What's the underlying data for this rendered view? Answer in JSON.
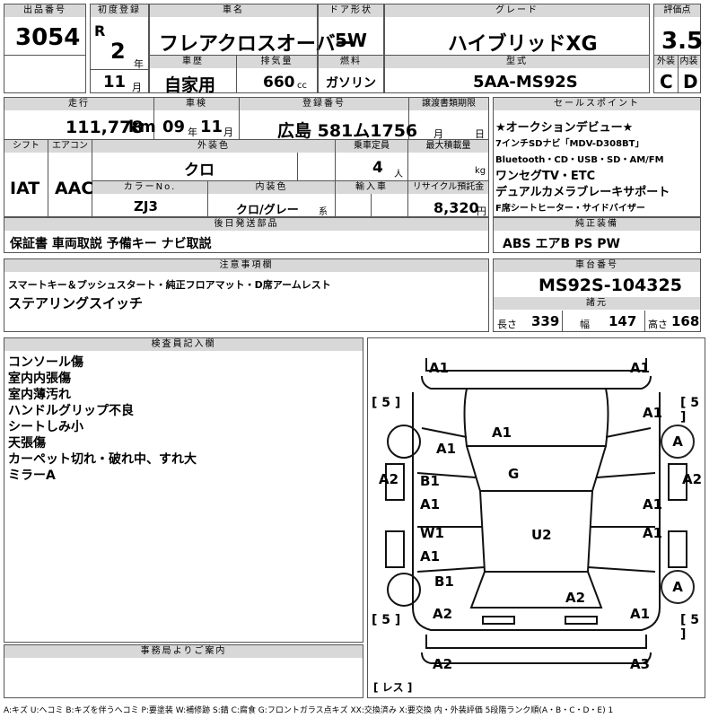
{
  "header": {
    "lot_no_label": "出品番号",
    "lot_no": "3054",
    "first_reg_label": "初度登録",
    "era": "R",
    "year": "2",
    "year_unit": "年",
    "month": "11",
    "month_unit": "月",
    "car_name_label": "車名",
    "car_name": "フレアクロスオーバー",
    "doors_label": "ドア形状",
    "doors": "5W",
    "grade_label": "グレード",
    "grade": "ハイブリッドXG",
    "score_label": "評価点",
    "score": "3.5",
    "history_label": "車歴",
    "history": "自家用",
    "displacement_label": "排気量",
    "displacement": "660",
    "displacement_unit": "cc",
    "fuel_label": "燃料",
    "fuel": "ガソリン",
    "model_label": "型式",
    "model": "5AA-MS92S",
    "exterior_label": "外装",
    "exterior": "C",
    "interior_label": "内装",
    "interior": "D"
  },
  "row2": {
    "mileage_label": "走行",
    "mileage": "111,778",
    "mileage_unit": "km",
    "inspection_label": "車検",
    "insp_year": "09",
    "insp_year_unit": "年",
    "insp_month": "11",
    "insp_month_unit": "月",
    "reg_no_label": "登録番号",
    "reg_no": "広島 581ム1756",
    "transfer_label": "譲渡書類期限",
    "transfer_month_unit": "月",
    "transfer_day_unit": "日",
    "shift_label": "シフト",
    "shift": "IAT",
    "ac_label": "エアコン",
    "ac": "AAC",
    "ext_color_label": "外装色",
    "ext_color": "クロ",
    "capacity_label": "乗車定員",
    "capacity": "4",
    "capacity_unit": "人",
    "max_load_label": "最大積載量",
    "max_load_unit": "kg",
    "color_no_label": "カラーNo.",
    "color_no": "ZJ3",
    "int_color_label": "内装色",
    "int_color": "クロ/グレー",
    "int_color_unit": "系",
    "import_label": "輸入車",
    "recycle_label": "リサイクル預託金",
    "recycle": "8,320",
    "recycle_unit": "円"
  },
  "sales_points": {
    "label": "セールスポイント",
    "lines": [
      "★オークションデビュー★",
      "7インチSDナビ「MDV-D308BT」",
      "Bluetooth・CD・USB・SD・AM/FM",
      "ワンセグTV・ETC",
      "デュアルカメラブレーキサポート",
      "F席シートヒーター・サイドバイザー"
    ]
  },
  "later_parts": {
    "label": "後日発送部品",
    "text": "保証書 車両取説 予備キー ナビ取説"
  },
  "equipment": {
    "label": "純正装備",
    "text": "ABS エアB PS PW"
  },
  "notes": {
    "label": "注意事項欄",
    "line1": "スマートキー＆プッシュスタート・純正フロアマット・D席アームレスト",
    "line2": "ステアリングスイッチ"
  },
  "chassis": {
    "label": "車台番号",
    "number": "MS92S-104325",
    "dims_label": "諸元",
    "length_label": "長さ",
    "length": "339",
    "width_label": "幅",
    "width": "147",
    "height_label": "高さ",
    "height": "168"
  },
  "inspector": {
    "label": "検査員記入欄",
    "lines": [
      "コンソール傷",
      "室内内張傷",
      "室内薄汚れ",
      "ハンドルグリップ不良",
      "シートしみ小",
      "天張傷",
      "カーペット切れ・破れ中、すれ大",
      "ミラーA"
    ]
  },
  "office": {
    "label": "事務局よりご案内"
  },
  "diagram": {
    "labels": {
      "front_left_bumper": "A1",
      "front_right_bumper": "A1",
      "left_tread": "[ 5 ]",
      "right_tread": "[ 5 ]",
      "hood": "A1",
      "right_fender": "A1",
      "left_fender": "A1",
      "right_wheel_front": "A",
      "left_quarter": "A2",
      "right_quarter": "A2",
      "left_front_door": "B1",
      "windshield": "G",
      "left_door_a1": "A1",
      "right_door_a1": "A1",
      "left_rear_door": "W1",
      "roof": "U2",
      "left_rear_a1": "A1",
      "right_rear_a1": "A1",
      "left_b1": "B1",
      "right_wheel_rear": "A",
      "rear_hatch": "A2",
      "rear_left": "A2",
      "rear_right": "A1",
      "rear_bumper_left": "A2",
      "rear_bumper_right": "A3",
      "left_tread_rear": "[ 5 ]",
      "right_tread_rear": "[ 5 ]",
      "spare": "[ レス ]"
    }
  },
  "legend": "A:キズ U:ヘコミ B:キズを伴うヘコミ P:要塗装 W:補修跡 S:錆 C:腐食 G:フロントガラス点キズ XX:交換済み X:要交換 内・外装評価 5段階ランク順(A・B・C・D・E) 1"
}
